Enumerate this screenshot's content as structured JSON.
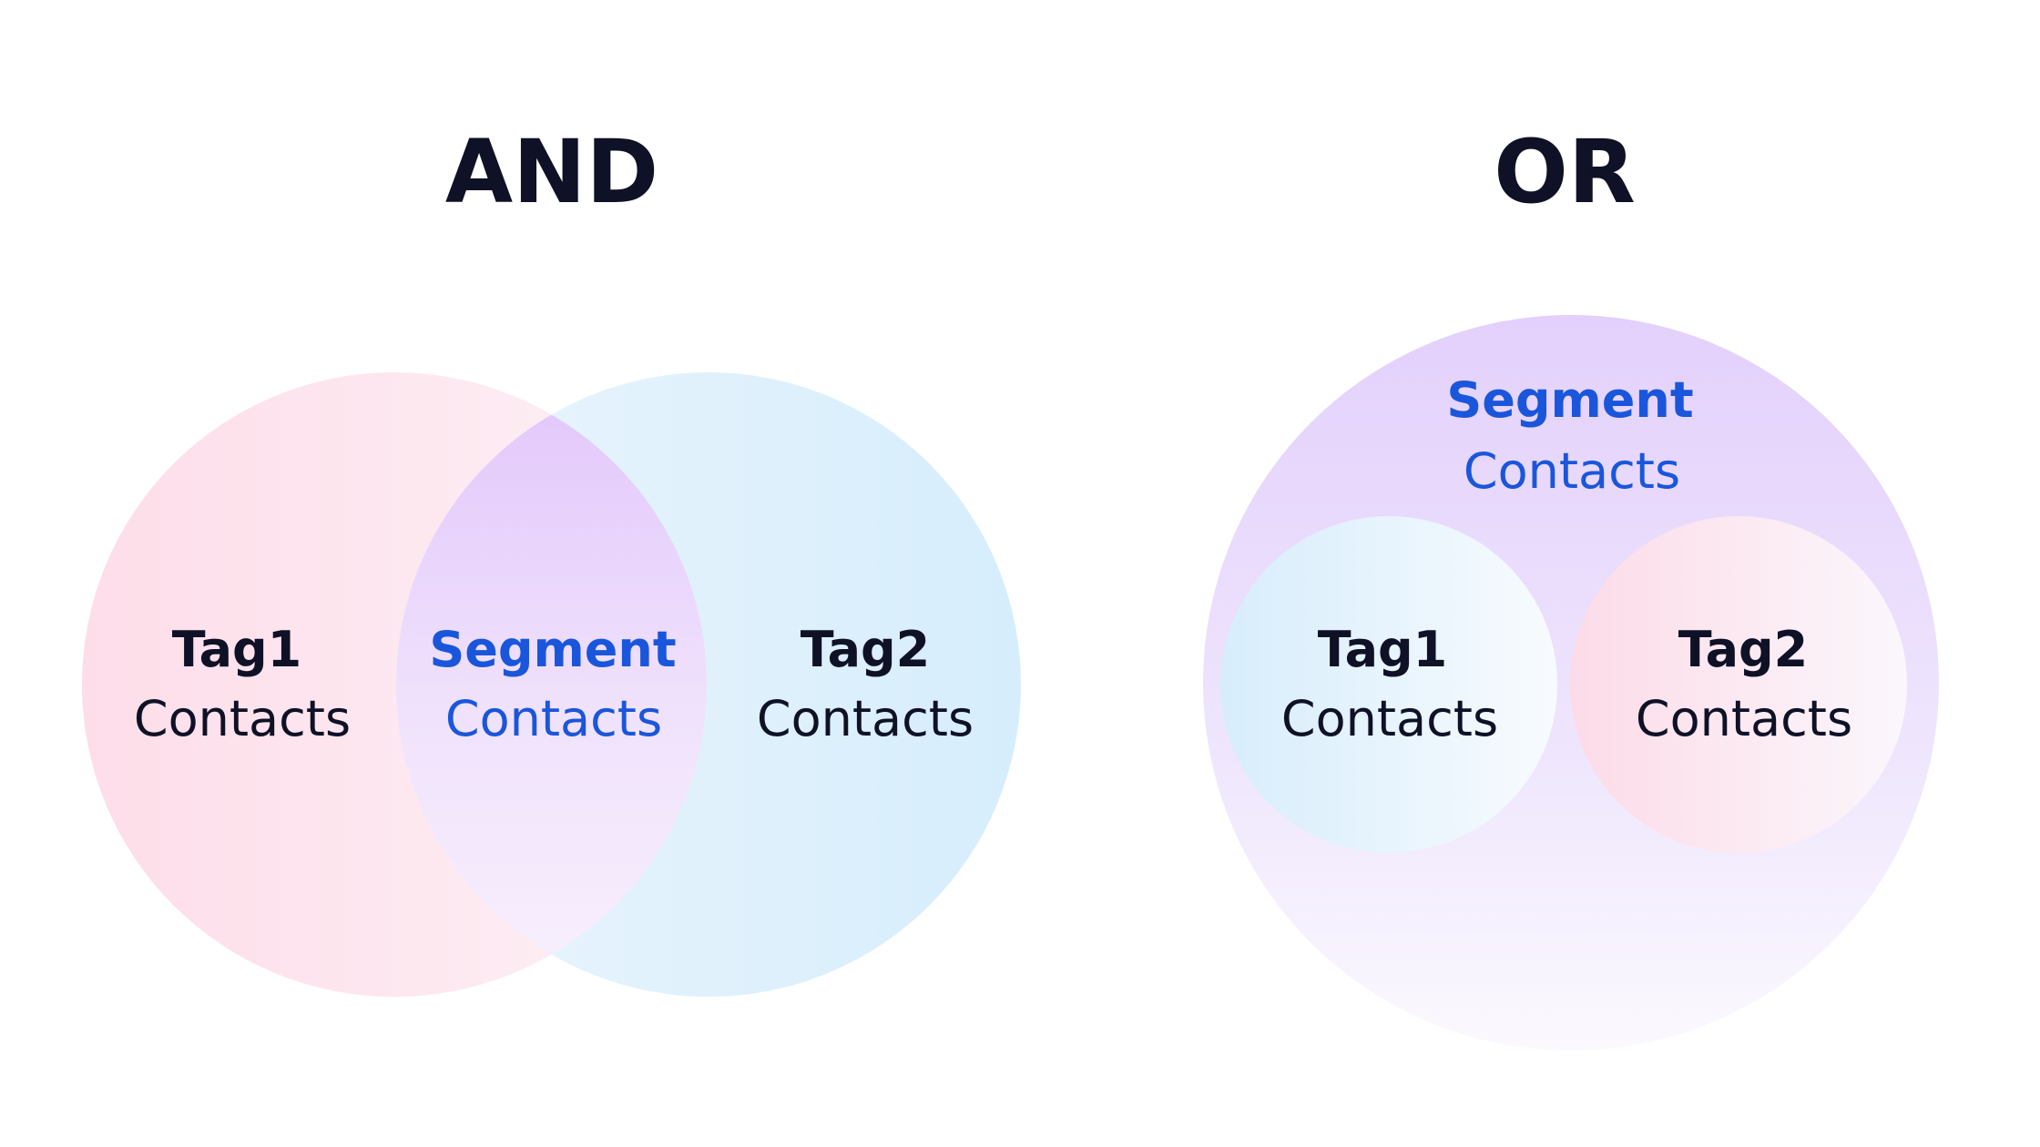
{
  "and_panel": {
    "title": "AND",
    "tag1": {
      "name": "Tag1",
      "sub": "Contacts"
    },
    "segment": {
      "name": "Segment",
      "sub": "Contacts"
    },
    "tag2": {
      "name": "Tag2",
      "sub": "Contacts"
    }
  },
  "or_panel": {
    "title": "OR",
    "segment": {
      "name": "Segment",
      "sub": "Contacts"
    },
    "tag1": {
      "name": "Tag1",
      "sub": "Contacts"
    },
    "tag2": {
      "name": "Tag2",
      "sub": "Contacts"
    }
  },
  "colors": {
    "title_text": "#0f1126",
    "dark_label": "#0f1126",
    "segment_label": "#1a56db",
    "pink": "#fde0ec",
    "blue": "#dbeffd",
    "purple": "#e6ccfb"
  }
}
